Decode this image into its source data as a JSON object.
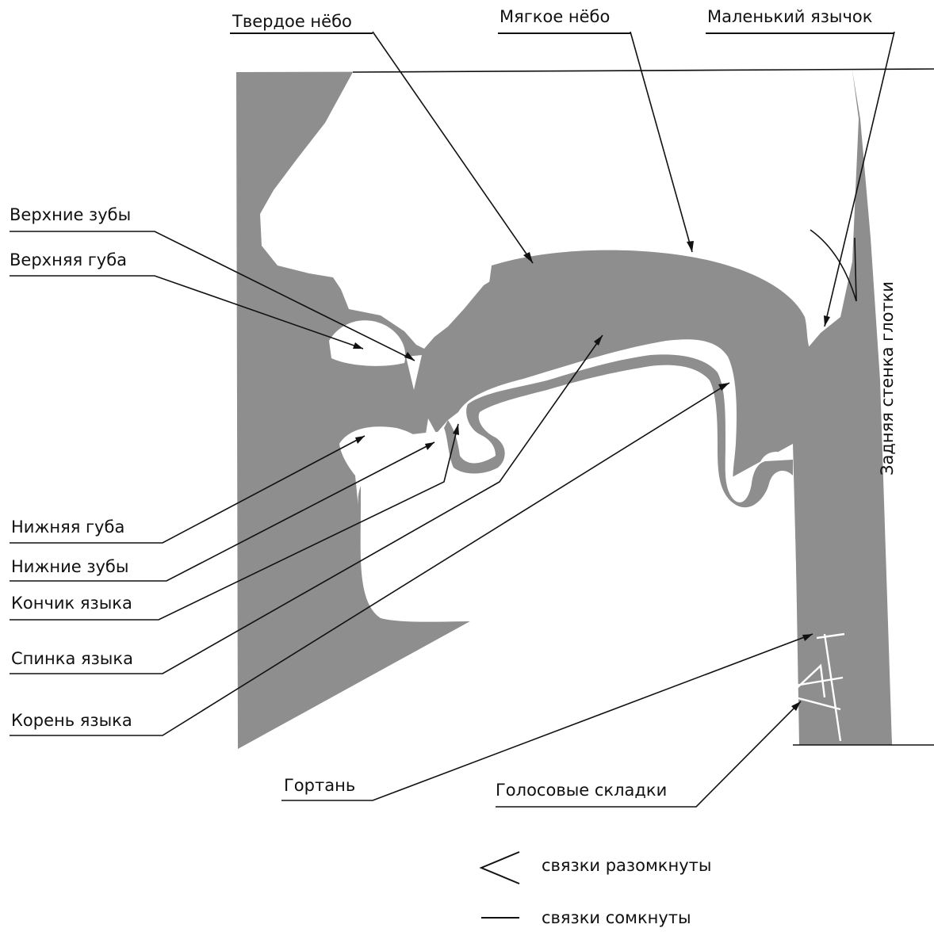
{
  "labels": {
    "hard_palate": "Твердое нёбо",
    "soft_palate": "Мягкое нёбо",
    "uvula": "Маленький язычок",
    "upper_teeth": "Верхние зубы",
    "upper_lip": "Верхняя губа",
    "lower_lip": "Нижняя губа",
    "lower_teeth": "Нижние зубы",
    "tongue_tip": "Кончик языка",
    "tongue_back": "Спинка языка",
    "tongue_root": "Корень языка",
    "larynx": "Гортань",
    "vocal_folds": "Голосовые складки",
    "pharynx_wall": "Задняя стенка глотки"
  },
  "legend": {
    "open": "связки разомкнуты",
    "closed": "связки сомкнуты"
  },
  "colors": {
    "tissue": "#8e8e8e",
    "ink": "#111111",
    "background": "#ffffff"
  }
}
